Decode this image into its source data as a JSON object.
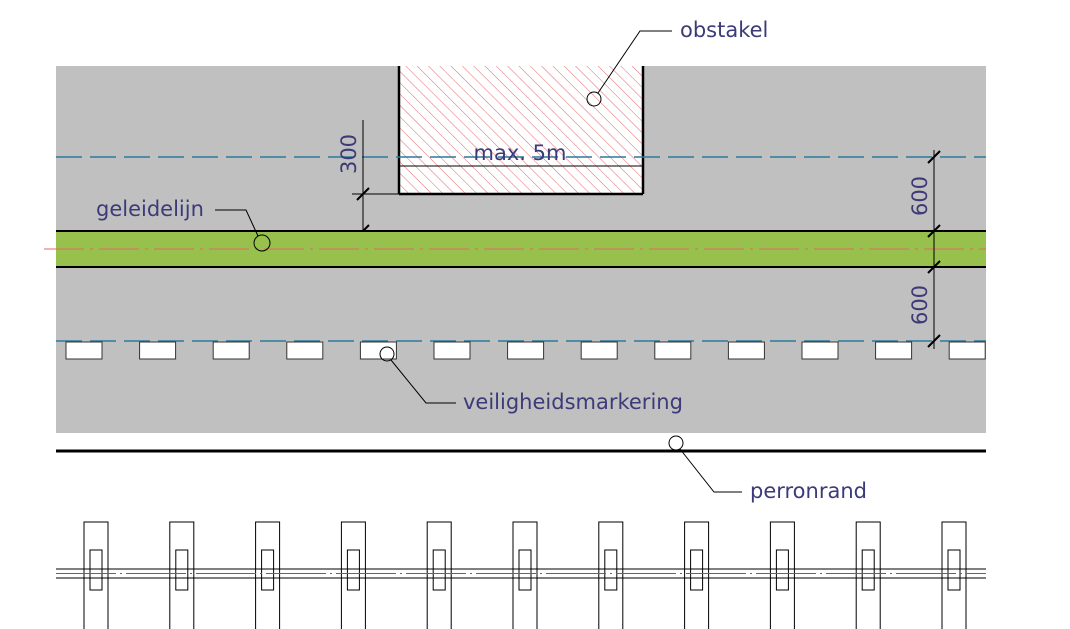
{
  "labels": {
    "obstacle": "obstakel",
    "guide_line": "geleidelijn",
    "safety_marking": "veiligheidsmarkering",
    "platform_edge": "perronrand",
    "max_width": "max. 5m",
    "dim_300": "300",
    "dim_600_top": "600",
    "dim_600_bottom": "600"
  },
  "colors": {
    "platform": "#c0c0c0",
    "guide_strip": "#98c04c",
    "dashed_line": "#2a7a9e",
    "obstacle_hatch": "#e06a6a",
    "text": "#3c3a78",
    "line": "#000000",
    "rail_red": "#e03030"
  },
  "icons": {
    "leader_marker": "circle-marker"
  },
  "counts": {
    "safety_blocks": 13,
    "sleepers": 11
  }
}
